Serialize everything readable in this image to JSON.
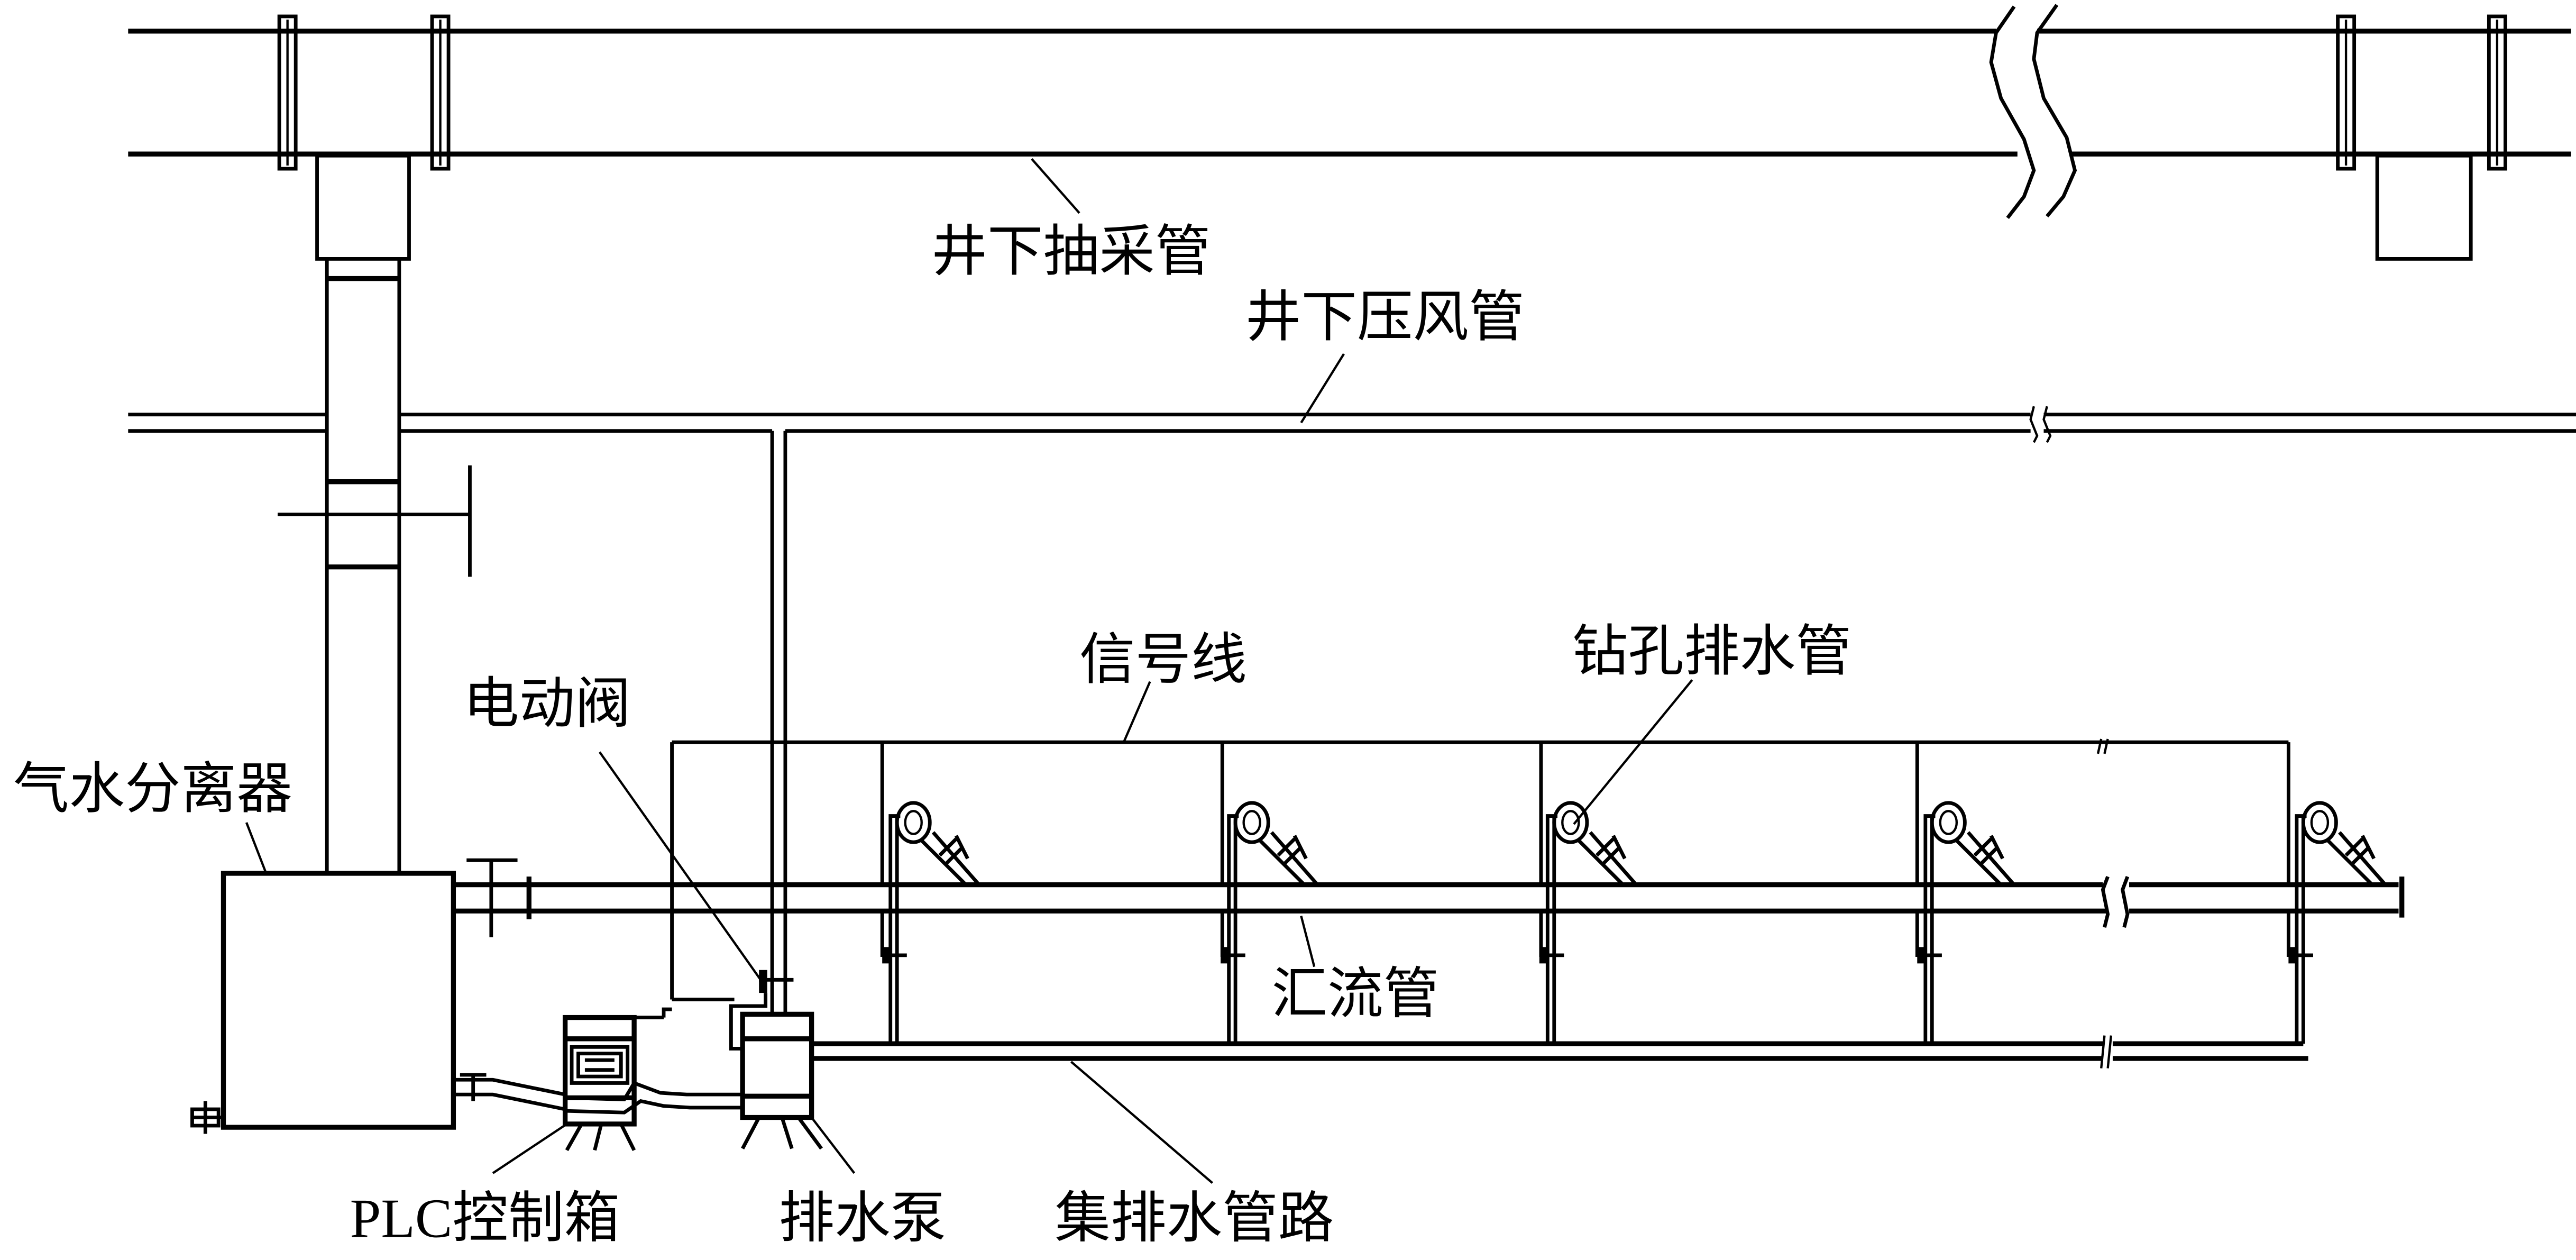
{
  "diagram": {
    "title": "",
    "labels": {
      "extraction_pipe": "井下抽采管",
      "compressed_air_pipe": "井下压风管",
      "signal_line": "信号线",
      "borehole_drain_pipe": "钻孔排水管",
      "electric_valve": "电动阀",
      "gas_water_separator": "气水分离器",
      "confluence_pipe": "汇流管",
      "plc_control_box": "PLC控制箱",
      "drain_pump": "排水泵",
      "drain_collection_line": "集排水管路"
    },
    "borehole_count": 5,
    "colors": {
      "line": "#000000",
      "background": "#ffffff"
    }
  }
}
